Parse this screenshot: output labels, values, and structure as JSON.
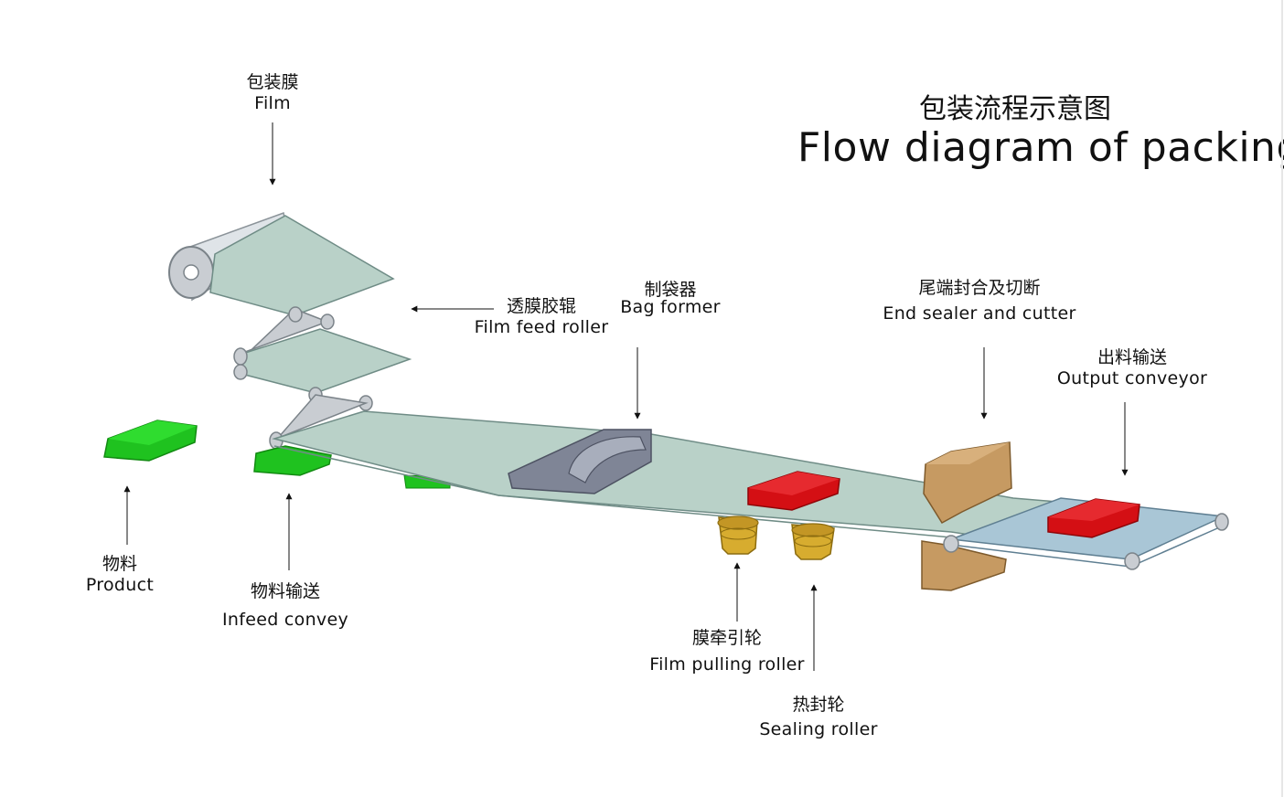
{
  "title": {
    "zh": "包装流程示意图",
    "en": "Flow diagram of packing"
  },
  "labels": {
    "film": {
      "zh": "包装膜",
      "en": "Film"
    },
    "film_feed_roller": {
      "zh": "透膜胶辊",
      "en": "Film feed roller"
    },
    "bag_former": {
      "zh": "制袋器",
      "en": "Bag former"
    },
    "end_sealer": {
      "zh": "尾端封合及切断",
      "en": "End sealer and cutter"
    },
    "output_conveyor": {
      "zh": "出料输送",
      "en": "Output conveyor"
    },
    "product": {
      "zh": "物料",
      "en": "Product"
    },
    "infeed_convey": {
      "zh": "物料输送",
      "en": "Infeed convey"
    },
    "film_pulling_roller": {
      "zh": "膜牵引轮",
      "en": "Film pulling roller"
    },
    "sealing_roller": {
      "zh": "热封轮",
      "en": "Sealing roller"
    }
  },
  "colors": {
    "film": "#b9d1c8",
    "film_edge": "#6f8c86",
    "roller": "#c9cdd2",
    "product_green": "#1fc21f",
    "product_red": "#d40f14",
    "sealer": "#c69a62",
    "pulling_roller": "#d7ac2f",
    "output_belt": "#a9c6d6",
    "former": "#7f8596"
  }
}
